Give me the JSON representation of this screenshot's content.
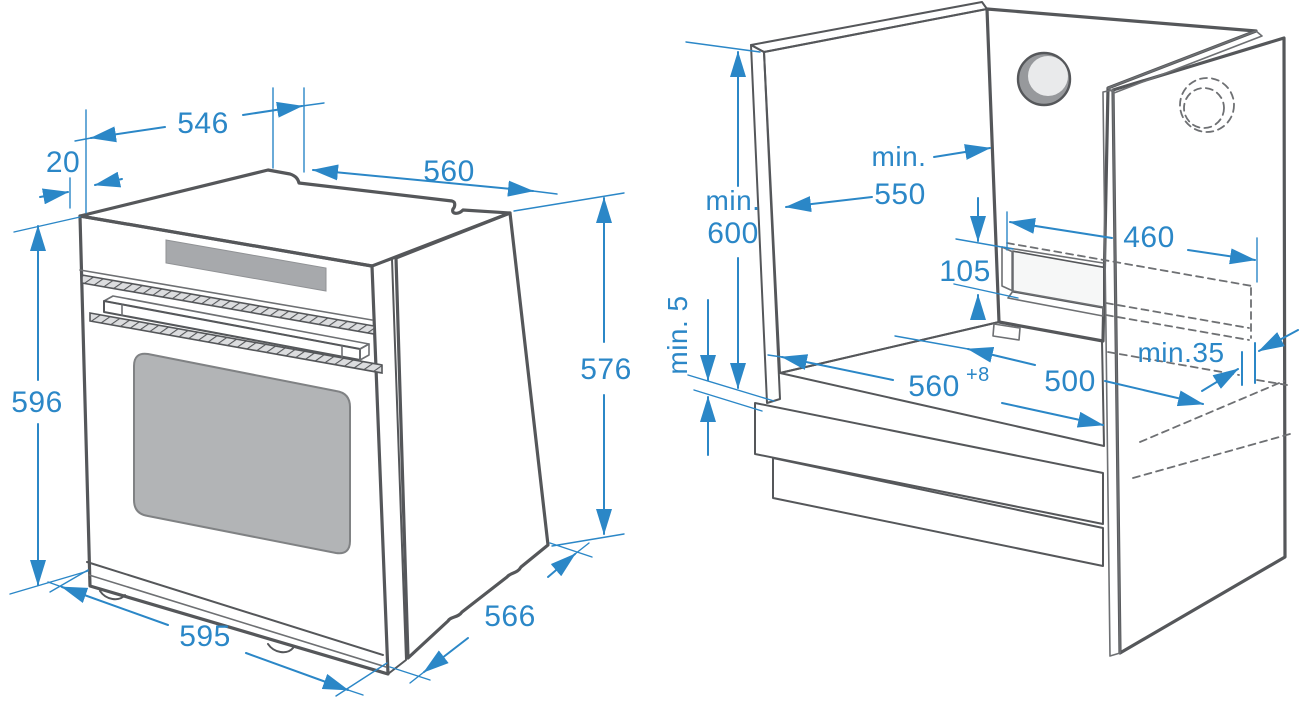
{
  "figure": {
    "title": "built-in oven installation dimensions diagram",
    "colors": {
      "dimension_blue": "#2b87c7",
      "outline_gray": "#55575a"
    },
    "oven": {
      "dims": {
        "top_width": "546",
        "front_overhang": "20",
        "top_depth": "560",
        "body_height": "576",
        "front_height": "596",
        "front_width": "595",
        "bottom_depth": "566"
      }
    },
    "cabinet": {
      "dims": {
        "height_min_l1": "min.",
        "height_min_l2": "600",
        "depth_min_l1": "min.",
        "depth_min_l2": "550",
        "plinth_gap": "min. 5",
        "recess_width": "460",
        "recess_height": "105",
        "niche_width": "560",
        "niche_width_tol": "+8",
        "recess_depth": "500",
        "rear_gap": "min.35"
      }
    }
  }
}
